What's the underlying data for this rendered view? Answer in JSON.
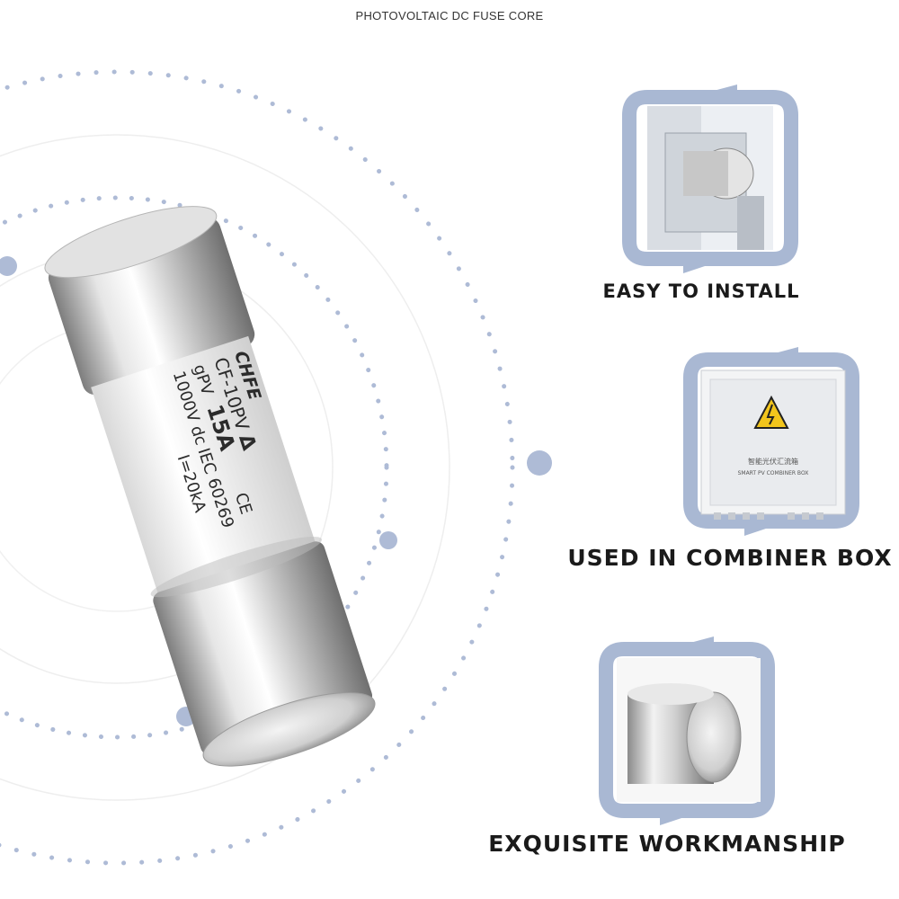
{
  "header": {
    "title": "PHOTOVOLTAIC DC FUSE CORE"
  },
  "fuse": {
    "brand": "CHFE",
    "model": "CF-10PV",
    "class": "gPV",
    "current": "15A",
    "voltage": "1000V dc",
    "breaking": "I=20kA",
    "standard": "IEC 60269",
    "ce_mark": "CE"
  },
  "features": [
    {
      "label": "EASY TO INSTALL",
      "icon": "fuse-holder-install-image"
    },
    {
      "label": "USED IN COMBINER BOX",
      "icon": "combiner-box-image",
      "box_text_1": "智能光伏汇流箱",
      "box_text_2": "SMART PV COMBINER BOX"
    },
    {
      "label": "EXQUISITE WORKMANSHIP",
      "icon": "fuse-cap-closeup-image"
    }
  ],
  "colors": {
    "frame": "#a9b8d3",
    "dots": "#aebbd6",
    "arrow": "#a9b8d3"
  }
}
